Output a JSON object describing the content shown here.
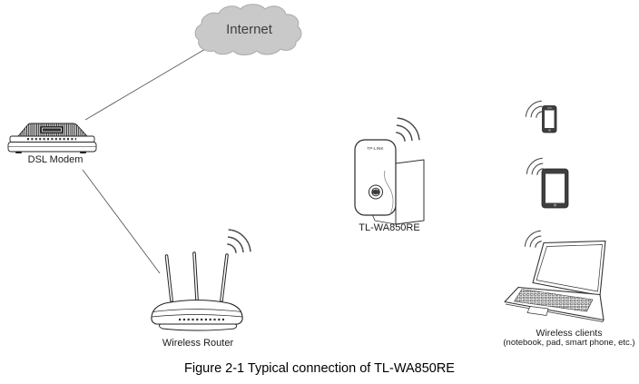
{
  "figure": {
    "caption": "Figure 2-1 Typical connection of TL-WA850RE"
  },
  "nodes": {
    "internet": {
      "label": "Internet"
    },
    "dsl_modem": {
      "label": "DSL Modem"
    },
    "wireless_router": {
      "label": "Wireless Router"
    },
    "range_extender": {
      "label": "TL-WA850RE",
      "logo": "TP-LINK"
    },
    "wireless_clients": {
      "label": "Wireless clients",
      "sublabel": "(notebook, pad, smart phone, etc.)"
    }
  },
  "connections": [
    {
      "from": "Internet",
      "to": "DSL Modem",
      "style": "wired-line"
    },
    {
      "from": "DSL Modem",
      "to": "Wireless Router",
      "style": "wired-line"
    },
    {
      "from": "Wireless Router",
      "to": "TL-WA850RE",
      "style": "wireless-waves"
    },
    {
      "from": "TL-WA850RE",
      "to": "Wireless clients",
      "style": "wireless-waves"
    }
  ],
  "colors": {
    "cloud_fill": "#c9c9c9",
    "cloud_stroke": "#a9a9a9",
    "line_art": "#2b2b2b",
    "connection_line": "#5a5a5a",
    "wave": "#4a4a4a",
    "device_dark": "#3f3f3f",
    "text": "#1a1a1a"
  }
}
